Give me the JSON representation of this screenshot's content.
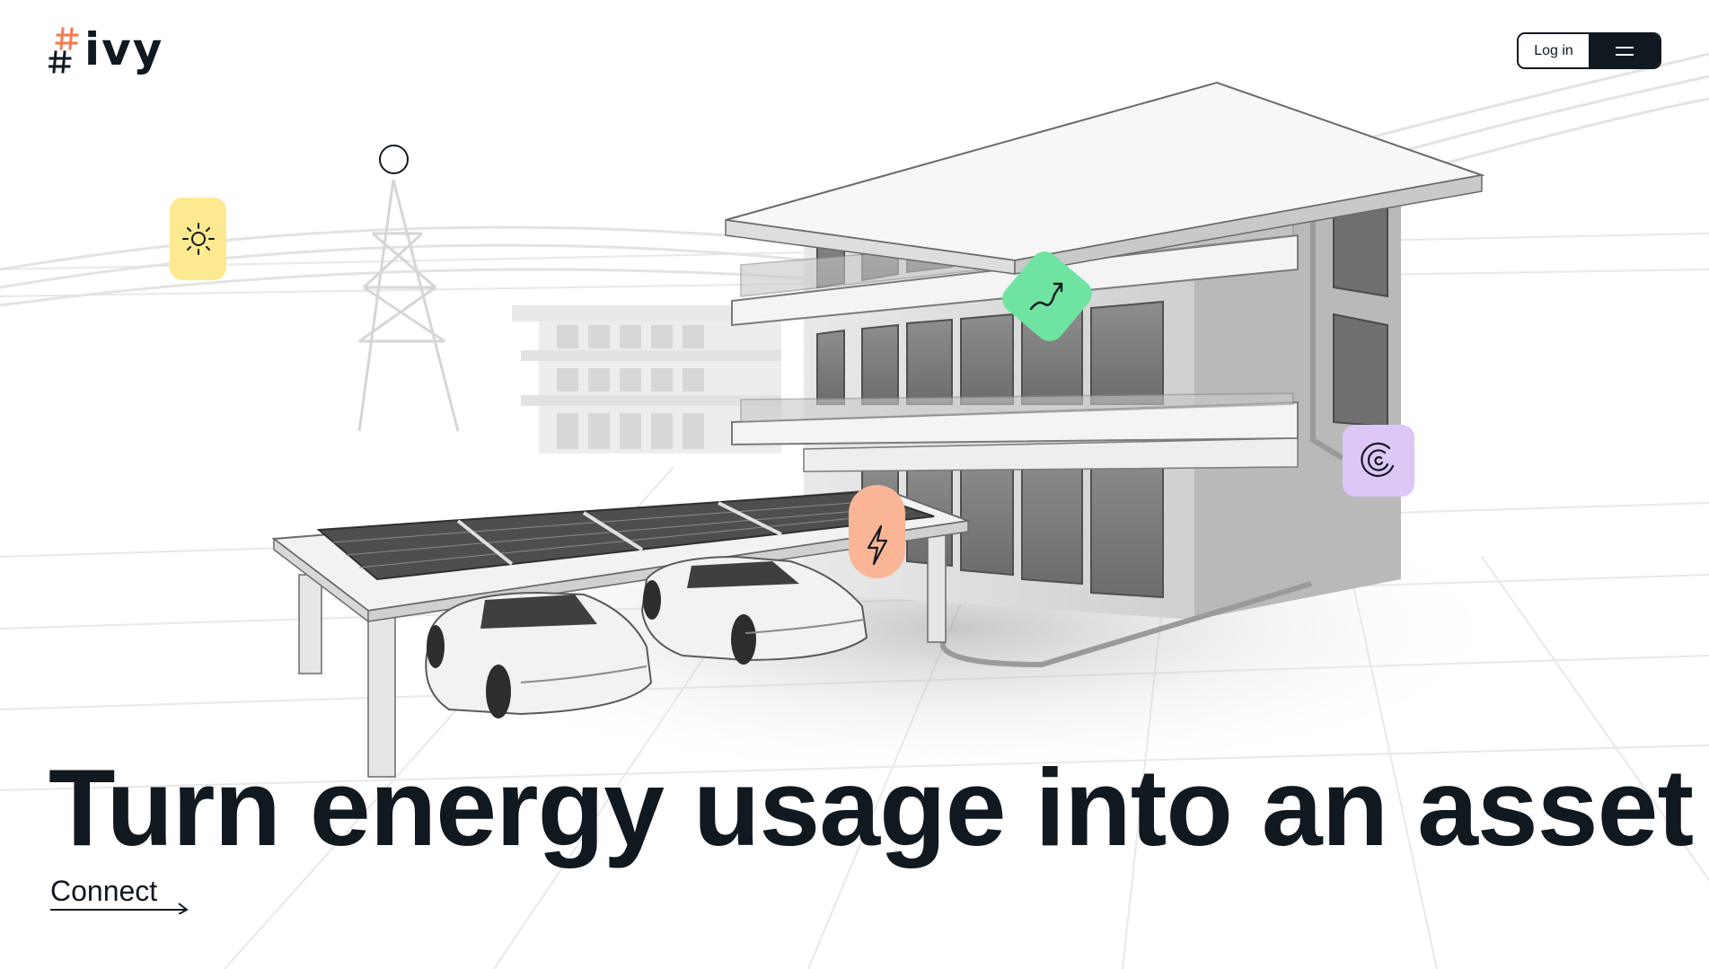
{
  "brand": {
    "name": "ivy",
    "accent": "#f47a4f",
    "ink": "#101820"
  },
  "nav": {
    "login_label": "Log in",
    "menu_icon": "hamburger-icon"
  },
  "hero": {
    "headline": "Turn energy usage into an asset",
    "cta_label": "Connect",
    "cta_icon": "arrow-right-icon"
  },
  "badges": [
    {
      "icon": "sun-icon",
      "color": "#fde98f"
    },
    {
      "icon": "trend-up-icon",
      "color": "#6fe3a0"
    },
    {
      "icon": "lightning-icon",
      "color": "#f9b596"
    },
    {
      "icon": "cycle-icon",
      "color": "#ddc7f7"
    }
  ],
  "hotspot": {
    "icon": "circle-hotspot-icon"
  }
}
